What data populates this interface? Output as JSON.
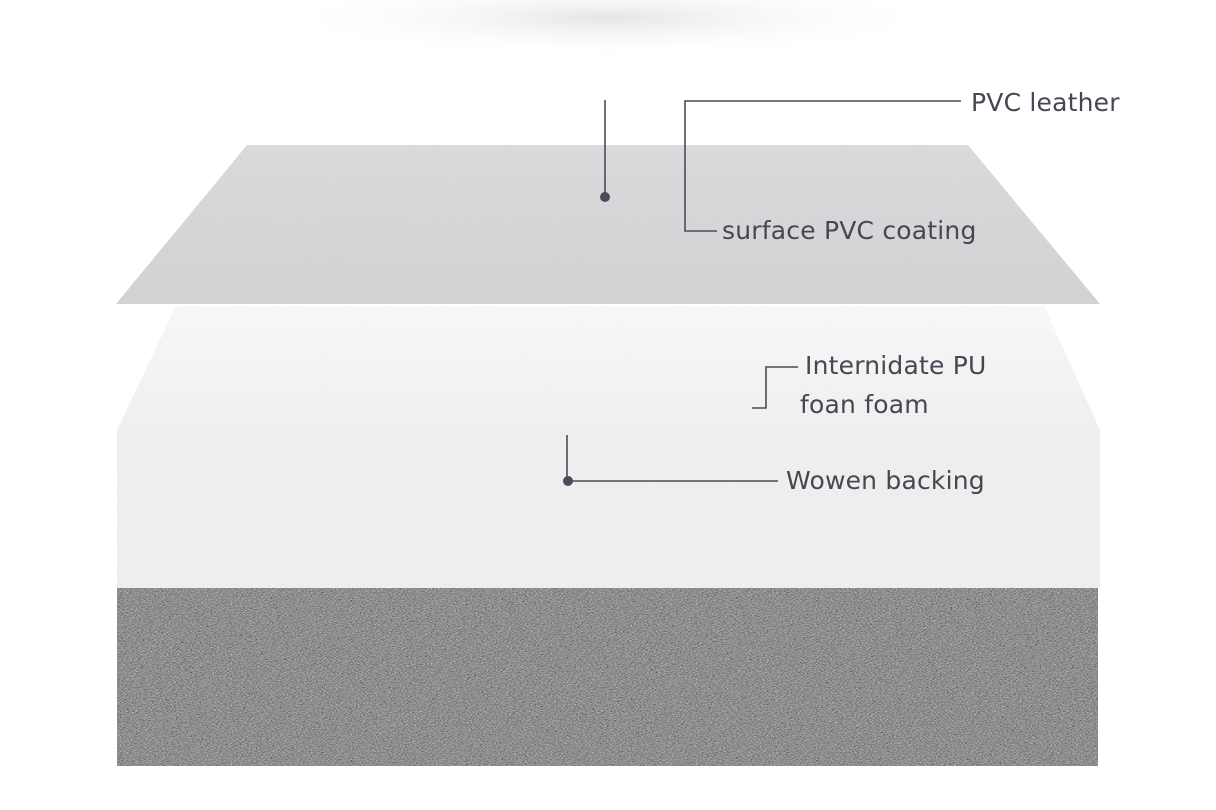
{
  "labels": {
    "pvc_leather": "PVC leather",
    "surface_coating": "surface PVC coating",
    "intermediate_line1": "Internidate PU",
    "intermediate_line2": "foan foam",
    "woven_backing": "Wowen backing"
  },
  "colors": {
    "background": "#ffffff",
    "coating_layer": "#d9d9db",
    "foam_layer": "#f4f4f4",
    "backing_layer": "#6f6f71",
    "leader_line": "#4a4c58",
    "label_text": "#454752"
  }
}
